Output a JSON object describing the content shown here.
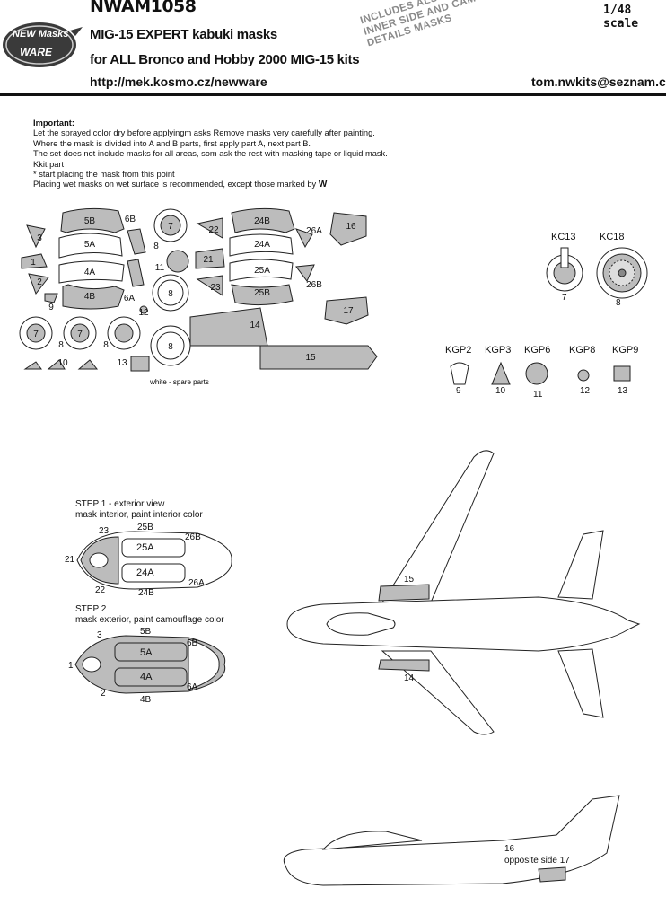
{
  "header": {
    "product_code": "NWAM1058",
    "scale": "1/48 scale",
    "title": "MIG-15 EXPERT kabuki masks",
    "subtitle": "for ALL Bronco and Hobby 2000 MIG-15 kits",
    "url": "http://mek.kosmo.cz/newware",
    "email": "tom.nwkits@seznam.cz",
    "logo_line1": "NEW Masks",
    "logo_line2": "WARE",
    "stamp_lines": [
      "INCLUDES ALSO WINDOWS",
      "INNER SIDE AND CAMOUFLAGE",
      "DETAILS MASKS"
    ]
  },
  "notes": {
    "heading": "Important:",
    "lines": [
      "Let the sprayed color dry before applyingm asks Remove masks very carefully after painting.",
      "Where the mask is divided into A and B parts, first apply part A, next part B.",
      "The set does not include masks for all areas, som ask the rest with masking tape or liquid mask.",
      "Kkit part",
      "* start placing the mask from this point",
      "Placing wet masks on wet surface is recommended, except those marked by"
    ]
  },
  "sheet": {
    "labels": [
      "5B",
      "5A",
      "4A",
      "4B",
      "6B",
      "6A",
      "3",
      "1",
      "2",
      "7",
      "8",
      "9",
      "10",
      "11",
      "12",
      "13",
      "8",
      "8",
      "8",
      "7",
      "7",
      "8",
      "8",
      "24B",
      "24A",
      "25A",
      "25B",
      "22",
      "21",
      "23",
      "26A",
      "26B",
      "16",
      "17",
      "14",
      "15"
    ],
    "spare_note": "white - spare parts"
  },
  "wheels": {
    "kc13": "KC13",
    "kc18": "KC18",
    "num7": "7",
    "num8": "8"
  },
  "kgp": {
    "items": [
      {
        "code": "KGP2",
        "num": "9"
      },
      {
        "code": "KGP3",
        "num": "10"
      },
      {
        "code": "KGP6",
        "num": "11"
      },
      {
        "code": "KGP8",
        "num": "12"
      },
      {
        "code": "KGP9",
        "num": "13"
      }
    ]
  },
  "step1": {
    "title": "STEP 1 - exterior view",
    "subtitle": "mask interior, paint interior color",
    "labels": {
      "p23": "23",
      "p25b": "25B",
      "p26b": "26B",
      "p25a": "25A",
      "p21": "21",
      "p24a": "24A",
      "p22": "22",
      "p24b": "24B",
      "p26a": "26A"
    }
  },
  "step2": {
    "title": "STEP 2",
    "subtitle": "mask exterior, paint camouflage color",
    "labels": {
      "p3": "3",
      "p5b": "5B",
      "p6b": "6B",
      "p5a": "5A",
      "p1": "1",
      "p4a": "4A",
      "p2": "2",
      "p4b": "4B",
      "p6a": "6A"
    }
  },
  "aircraft": {
    "top_label_15": "15",
    "top_label_14": "14",
    "side_label_16": "16",
    "side_label_opp": "opposite side 17"
  },
  "colors": {
    "mask_gray": "#bcbcbc",
    "line": "#222222",
    "stamp_gray": "#8a8a8a"
  }
}
